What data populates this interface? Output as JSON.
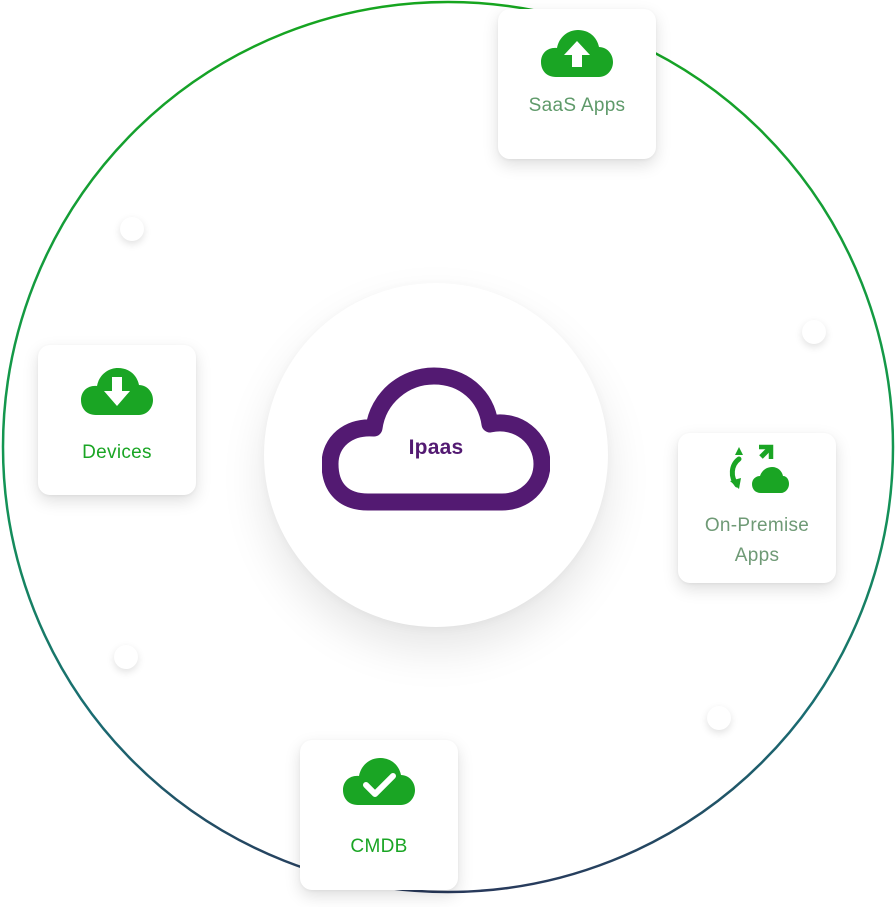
{
  "center": {
    "label": "Ipaas"
  },
  "nodes": [
    {
      "id": "saas",
      "label": "SaaS Apps",
      "icon": "cloud-upload-icon"
    },
    {
      "id": "devices",
      "label": "Devices",
      "icon": "cloud-download-icon"
    },
    {
      "id": "onprem",
      "label": "On-Premise\nApps",
      "icon": "cloud-sync-icon"
    },
    {
      "id": "cmdb",
      "label": "CMDB",
      "icon": "cloud-check-icon"
    }
  ],
  "colors": {
    "accent_green": "#1aa524",
    "center_purple": "#531a72",
    "ring_top": "#16a51f",
    "ring_bottom": "#283a5c"
  }
}
